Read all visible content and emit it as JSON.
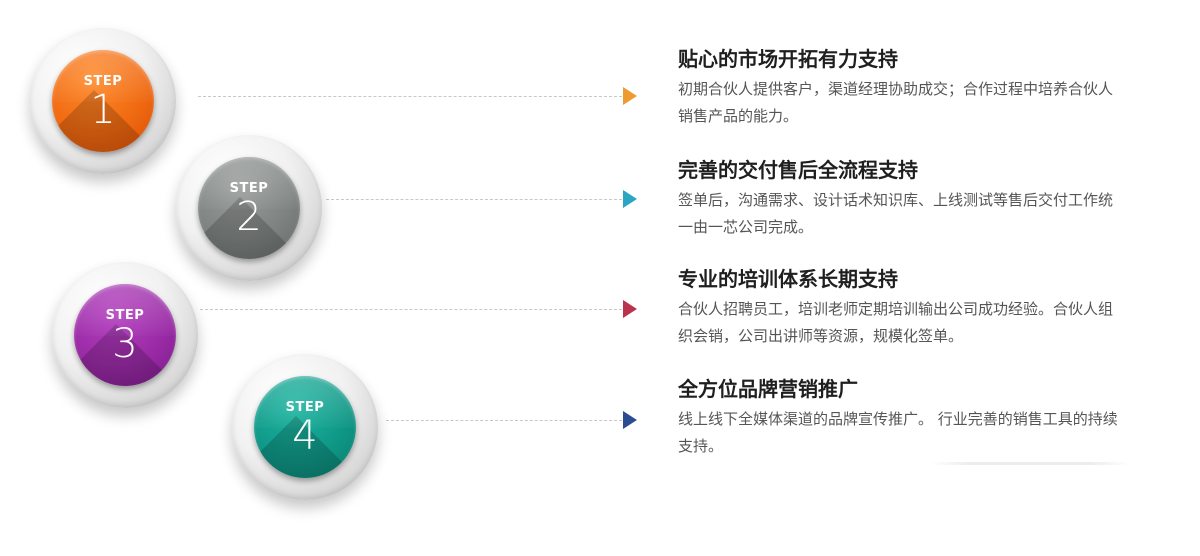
{
  "steps": [
    {
      "step_word": "STEP",
      "number": "1",
      "title": "贴心的市场开拓有力支持",
      "description": "初期合伙人提供客户，渠道经理协助成交；合作过程中培养合伙人销售产品的能力。",
      "badge_color": "#f06a12",
      "arrow_color": "#ee9a2c"
    },
    {
      "step_word": "STEP",
      "number": "2",
      "title": "完善的交付售后全流程支持",
      "description": "签单后，沟通需求、设计话术知识库、上线测试等售后交付工作统一由一芯公司完成。",
      "badge_color": "#7f8483",
      "arrow_color": "#2aa6c2"
    },
    {
      "step_word": "STEP",
      "number": "3",
      "title": "专业的培训体系长期支持",
      "description": "合伙人招聘员工，培训老师定期培训输出公司成功经验。合伙人组织会销，公司出讲师等资源，规模化签单。",
      "badge_color": "#9a2ba6",
      "arrow_color": "#b8334b"
    },
    {
      "step_word": "STEP",
      "number": "4",
      "title": "全方位品牌营销推广",
      "description": "线上线下全媒体渠道的品牌宣传推广。 行业完善的销售工具的持续支持。",
      "badge_color": "#0f9887",
      "arrow_color": "#2a4d92"
    }
  ]
}
